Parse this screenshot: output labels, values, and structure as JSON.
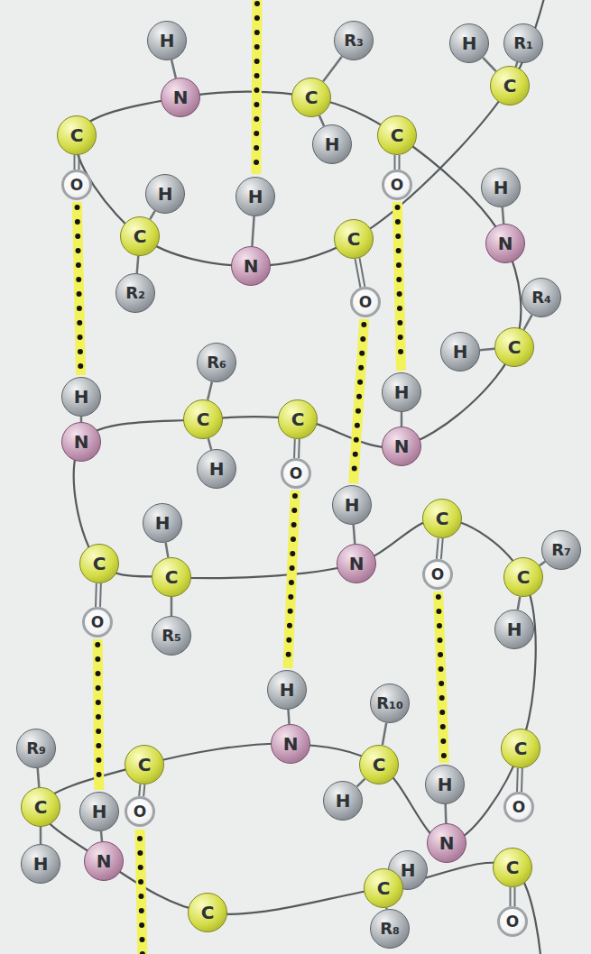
{
  "diagram": {
    "nodes": [
      {
        "text": [
          "H"
        ]
      },
      {
        "text": [
          "R₃"
        ]
      },
      {
        "text": [
          "H"
        ]
      },
      {
        "text": [
          "R₁"
        ]
      },
      {
        "text": [
          "C"
        ]
      },
      {
        "text": [
          "N"
        ]
      },
      {
        "text": [
          "C"
        ]
      },
      {
        "text": [
          "C"
        ]
      },
      {
        "text": [
          "C"
        ]
      },
      {
        "text": [
          "H"
        ]
      },
      {
        "text": [
          "O"
        ]
      },
      {
        "text": [
          "O"
        ]
      },
      {
        "text": [
          "H"
        ]
      },
      {
        "text": [
          "H"
        ]
      },
      {
        "text": [
          "H"
        ]
      },
      {
        "text": [
          "C"
        ]
      },
      {
        "text": [
          "C"
        ]
      },
      {
        "text": [
          "N"
        ]
      },
      {
        "text": [
          "N"
        ]
      },
      {
        "text": [
          "R₂"
        ]
      },
      {
        "text": [
          "R₄"
        ]
      },
      {
        "text": [
          "O"
        ]
      },
      {
        "text": [
          "C"
        ]
      },
      {
        "text": [
          "H"
        ]
      },
      {
        "text": [
          "R₆"
        ]
      },
      {
        "text": [
          "H"
        ]
      },
      {
        "text": [
          "H"
        ]
      },
      {
        "text": [
          "C"
        ]
      },
      {
        "text": [
          "C"
        ]
      },
      {
        "text": [
          "N"
        ]
      },
      {
        "text": [
          "N"
        ]
      },
      {
        "text": [
          "H"
        ]
      },
      {
        "text": [
          "O"
        ]
      },
      {
        "text": [
          "H"
        ]
      },
      {
        "text": [
          "C"
        ]
      },
      {
        "text": [
          "H"
        ]
      },
      {
        "text": [
          "R₇"
        ]
      },
      {
        "text": [
          "N"
        ]
      },
      {
        "text": [
          "C"
        ]
      },
      {
        "text": [
          "C"
        ]
      },
      {
        "text": [
          "C"
        ]
      },
      {
        "text": [
          "O"
        ]
      },
      {
        "text": [
          "O"
        ]
      },
      {
        "text": [
          "H"
        ]
      },
      {
        "text": [
          "R₅"
        ]
      },
      {
        "text": [
          "H"
        ]
      },
      {
        "text": [
          "R₁₀"
        ]
      },
      {
        "text": [
          "N"
        ]
      },
      {
        "text": [
          "R₉"
        ]
      },
      {
        "text": [
          "C"
        ]
      },
      {
        "text": [
          "C"
        ]
      },
      {
        "text": [
          "C"
        ]
      },
      {
        "text": [
          "H"
        ]
      },
      {
        "text": [
          "H"
        ]
      },
      {
        "text": [
          "C"
        ]
      },
      {
        "text": [
          "O"
        ]
      },
      {
        "text": [
          "O"
        ]
      },
      {
        "text": [
          "H"
        ]
      },
      {
        "text": [
          "N"
        ]
      },
      {
        "text": [
          "N"
        ]
      },
      {
        "text": [
          "H"
        ]
      },
      {
        "text": [
          "C"
        ]
      },
      {
        "text": [
          "H"
        ]
      },
      {
        "text": [
          "C"
        ]
      },
      {
        "text": [
          "C"
        ]
      },
      {
        "text": [
          "O"
        ]
      },
      {
        "text": [
          "R₈"
        ]
      }
    ],
    "edges": [
      {
        "from": 0,
        "to": 5,
        "arrow": "none"
      },
      {
        "from": 1,
        "to": 6,
        "arrow": "none"
      },
      {
        "from": 6,
        "to": 9,
        "arrow": "none"
      },
      {
        "from": 2,
        "to": 4,
        "arrow": "none"
      },
      {
        "from": 3,
        "to": 4,
        "arrow": "none"
      },
      {
        "from": 7,
        "to": 10,
        "arrow": "none"
      },
      {
        "from": 8,
        "to": 11,
        "arrow": "none"
      },
      {
        "from": 12,
        "to": 17,
        "arrow": "none"
      },
      {
        "from": 13,
        "to": 15,
        "arrow": "none"
      },
      {
        "from": 15,
        "to": 19,
        "arrow": "none"
      },
      {
        "from": 14,
        "to": 18,
        "arrow": "none"
      },
      {
        "from": 16,
        "to": 21,
        "arrow": "none"
      },
      {
        "from": 20,
        "to": 22,
        "arrow": "none"
      },
      {
        "from": 23,
        "to": 22,
        "arrow": "none"
      },
      {
        "from": 24,
        "to": 27,
        "arrow": "none"
      },
      {
        "from": 27,
        "to": 31,
        "arrow": "none"
      },
      {
        "from": 25,
        "to": 30,
        "arrow": "none"
      },
      {
        "from": 26,
        "to": 29,
        "arrow": "none"
      },
      {
        "from": 28,
        "to": 32,
        "arrow": "none"
      },
      {
        "from": 33,
        "to": 37,
        "arrow": "none"
      },
      {
        "from": 34,
        "to": 41,
        "arrow": "none"
      },
      {
        "from": 35,
        "to": 39,
        "arrow": "none"
      },
      {
        "from": 39,
        "to": 44,
        "arrow": "none"
      },
      {
        "from": 38,
        "to": 42,
        "arrow": "none"
      },
      {
        "from": 36,
        "to": 40,
        "arrow": "none"
      },
      {
        "from": 40,
        "to": 43,
        "arrow": "none"
      },
      {
        "from": 45,
        "to": 47,
        "arrow": "none"
      },
      {
        "from": 46,
        "to": 51,
        "arrow": "none"
      },
      {
        "from": 51,
        "to": 53,
        "arrow": "none"
      },
      {
        "from": 48,
        "to": 54,
        "arrow": "none"
      },
      {
        "from": 54,
        "to": 60,
        "arrow": "none"
      },
      {
        "from": 50,
        "to": 55,
        "arrow": "none"
      },
      {
        "from": 57,
        "to": 59,
        "arrow": "none"
      },
      {
        "from": 49,
        "to": 56,
        "arrow": "none"
      },
      {
        "from": 52,
        "to": 58,
        "arrow": "none"
      },
      {
        "from": 61,
        "to": 65,
        "arrow": "none"
      },
      {
        "from": 62,
        "to": 63,
        "arrow": "none"
      },
      {
        "from": 63,
        "to": 66,
        "arrow": "none"
      },
      {
        "from": 10,
        "to": 26,
        "arrow": "none"
      },
      {
        "from": 11,
        "to": 25,
        "arrow": "none"
      },
      {
        "from": 21,
        "to": 33,
        "arrow": "none"
      },
      {
        "from": 32,
        "to": 45,
        "arrow": "none"
      },
      {
        "from": 42,
        "to": 57,
        "arrow": "none"
      },
      {
        "from": 41,
        "to": 52,
        "arrow": "none"
      }
    ]
  }
}
